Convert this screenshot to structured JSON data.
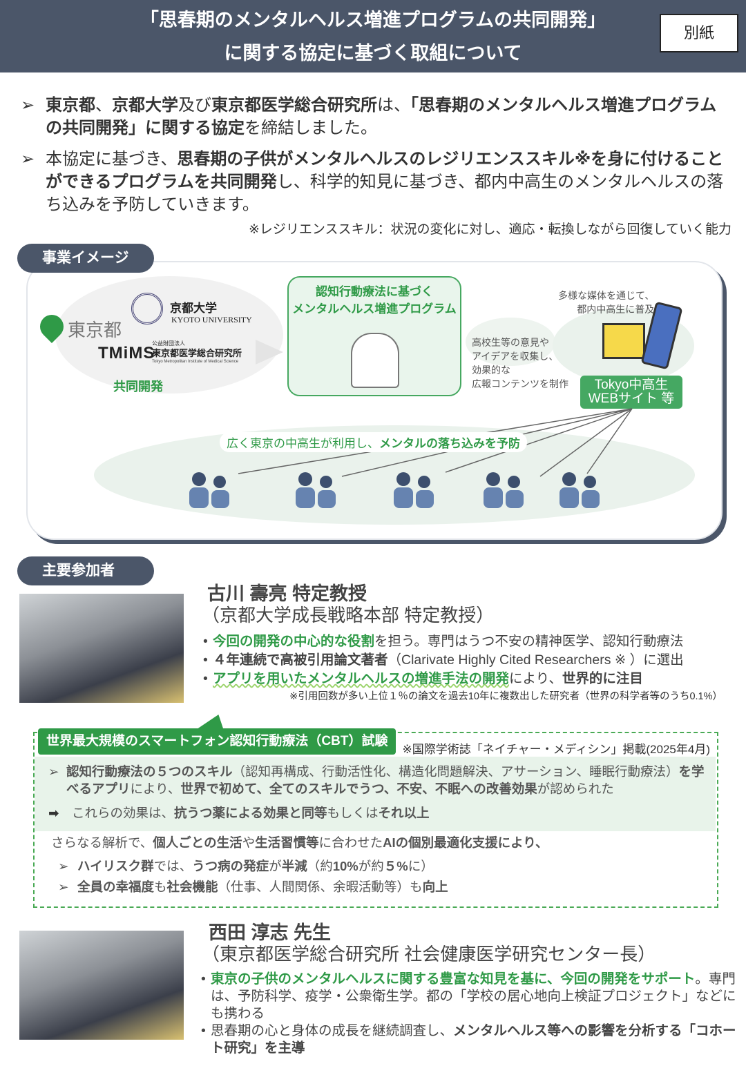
{
  "header": {
    "title_line1": "「思春期のメンタルヘルス増進プログラムの共同開発」",
    "title_line2": "に関する協定に基づく取組について",
    "badge": "別紙"
  },
  "bullets": [
    [
      [
        "東京都",
        "b"
      ],
      [
        "、",
        "n"
      ],
      [
        "京都大学",
        "b"
      ],
      [
        "及び",
        "n"
      ],
      [
        "東京都医学総合研究所",
        "b"
      ],
      [
        "は、",
        "n"
      ],
      [
        "「思春期のメンタルヘルス増進プログラムの共同開発」に関する協定",
        "b"
      ],
      [
        "を締結しました。",
        "n"
      ]
    ],
    [
      [
        "本協定に基づき、",
        "n"
      ],
      [
        "思春期の子供がメンタルヘルスのレジリエンススキル※を身に付けることができるプログラムを共同開発",
        "b"
      ],
      [
        "し、科学的知見に基づき、都内中高生のメンタルヘルスの落ち込みを予防していきます。",
        "n"
      ]
    ]
  ],
  "bullet_marker": "➢",
  "resilience_note": "※レジリエンススキル：状況の変化に対し、適応・転換しながら回復していく能力",
  "section1": "事業イメージ",
  "diagram": {
    "tokyo": "東京都",
    "kyoto_ja": "京都大学",
    "kyoto_en": "KYOTO UNIVERSITY",
    "tmims_logo": "TMiMS",
    "tmims_corp": "公益財団法人",
    "tmims_ja": "東京都医学総合研究所",
    "tmims_en": "Tokyo Metropolitan Institute of Medical Science",
    "joint": "共同開発",
    "program_line1": "認知行動療法に基づく",
    "program_line2": "メンタルヘルス増進プログラム",
    "collect": [
      "高校生等の意見や",
      "アイデアを収集し、",
      "効果的な",
      "広報コンテンツを制作"
    ],
    "media": [
      "多様な媒体を通じて、",
      "都内中高生に普及"
    ],
    "web_line1": "Tokyo中高生",
    "web_line2": "WEBサイト 等",
    "use": [
      [
        "広く東京の中高生が利用し、",
        "n"
      ],
      [
        "メンタルの落ち込みを予防",
        "g"
      ]
    ],
    "accent": "#2f9a47"
  },
  "section2": "主要参加者",
  "person1": {
    "name": "古川 壽亮 特定教授",
    "affiliation": "（京都大学成長戦略本部 特定教授）",
    "items": [
      [
        [
          "今回の開発の中心的な役割",
          "g"
        ],
        [
          "を担う。専門はうつ不安の精神医学、認知行動療法",
          "n"
        ]
      ],
      [
        [
          "４年連続で高被引用論文著者",
          "b"
        ],
        [
          "（Clarivate Highly Cited Researchers ※ ）に選出",
          "n"
        ]
      ],
      [
        [
          "アプリを用いたメンタルヘルスの増進手法の開発",
          "gu"
        ],
        [
          "により、",
          "n"
        ],
        [
          "世界的に注目",
          "b"
        ]
      ]
    ],
    "note": "※引用回数が多い上位１％の論文を過去10年に複数出した研究者（世界の科学者等のうち0.1%）"
  },
  "cbt": {
    "label": "世界最大規模のスマートフォン認知行動療法（CBT）試験",
    "source": "※国際学術誌「ネイチャー・メディシン」掲載(2025年4月)",
    "item1": [
      [
        "認知行動療法の５つのスキル",
        "b"
      ],
      [
        "（認知再構成、行動活性化、構造化問題解決、アサーション、睡眠行動療法）",
        "n"
      ],
      [
        "を学べるアプリ",
        "b"
      ],
      [
        "により、",
        "n"
      ],
      [
        "世界で初めて、全てのスキルでうつ、不安、不眠への改善効果",
        "b"
      ],
      [
        "が認められた",
        "n"
      ]
    ],
    "item2": [
      [
        "これらの効果は、",
        "n"
      ],
      [
        "抗うつ薬による効果と同等",
        "b"
      ],
      [
        "もしくは",
        "n"
      ],
      [
        "それ以上",
        "b"
      ]
    ],
    "analysis": [
      [
        "さらなる解析で、",
        "n"
      ],
      [
        "個人ごとの生活",
        "b"
      ],
      [
        "や",
        "n"
      ],
      [
        "生活習慣等",
        "b"
      ],
      [
        "に合わせた",
        "n"
      ],
      [
        "AIの個別最適化支援により、",
        "b"
      ]
    ],
    "sub1": [
      [
        "ハイリスク群",
        "b"
      ],
      [
        "では、",
        "n"
      ],
      [
        "うつ病の発症",
        "b"
      ],
      [
        "が",
        "n"
      ],
      [
        "半減",
        "b"
      ],
      [
        "（約",
        "n"
      ],
      [
        "10%",
        "b"
      ],
      [
        "が約",
        "n"
      ],
      [
        "５%",
        "b"
      ],
      [
        "に）",
        "n"
      ]
    ],
    "sub2": [
      [
        "全員の幸福度",
        "b"
      ],
      [
        "も",
        "n"
      ],
      [
        "社会機能",
        "b"
      ],
      [
        "（仕事、人間関係、余暇活動等）も",
        "n"
      ],
      [
        "向上",
        "b"
      ]
    ]
  },
  "person2": {
    "name": "西田 淳志 先生",
    "affiliation": "（東京都医学総合研究所 社会健康医学研究センター長）",
    "items": [
      [
        [
          "東京の子供のメンタルヘルスに関する豊富な知見を基に、今回の開発をサポート",
          "g"
        ],
        [
          "。専門は、予防科学、疫学・公衆衛生学。都の「学校の居心地向上検証プロジェクト」などにも携わる",
          "n"
        ]
      ],
      [
        [
          "思春期の心と身体の成長を継続調査し、",
          "n"
        ],
        [
          "メンタルヘルス等への影響を分析する「コホート研究」を主導",
          "b"
        ]
      ]
    ]
  }
}
